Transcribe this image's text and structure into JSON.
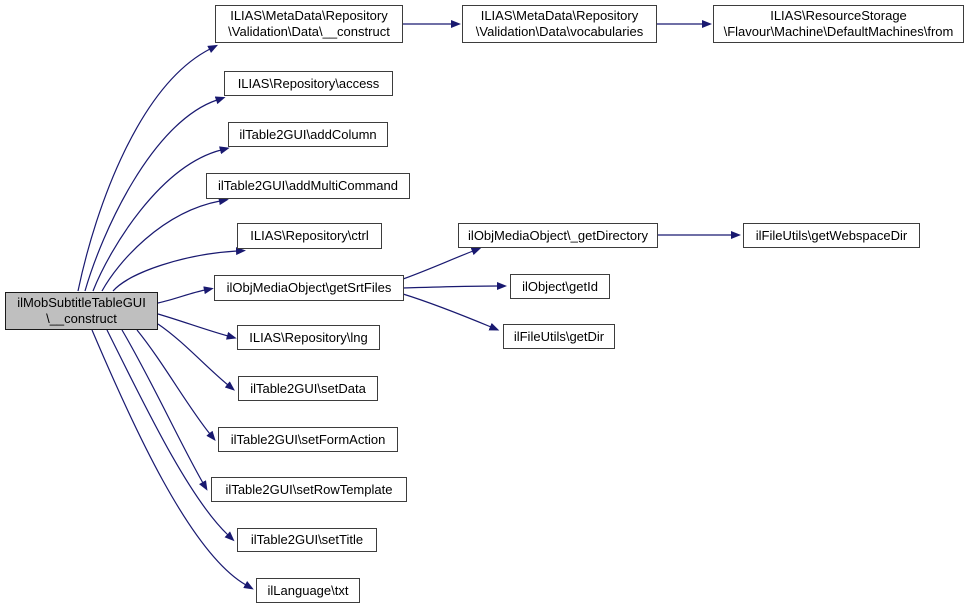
{
  "graph": {
    "type": "call-graph",
    "colors": {
      "edge": "#191970",
      "node_border": "#3d3d3d",
      "node_fill": "#ffffff",
      "root_fill": "#bfbfbf",
      "text": "#000000"
    },
    "nodes": {
      "root": {
        "label": "ilMobSubtitleTableGUI\n\\__construct"
      },
      "metadata_data_construct": {
        "label": "ILIAS\\MetaData\\Repository\n\\Validation\\Data\\__construct"
      },
      "vocabularies": {
        "label": "ILIAS\\MetaData\\Repository\n\\Validation\\Data\\vocabularies"
      },
      "default_machines_from": {
        "label": "ILIAS\\ResourceStorage\n\\Flavour\\Machine\\DefaultMachines\\from"
      },
      "access": {
        "label": "ILIAS\\Repository\\access"
      },
      "add_column": {
        "label": "ilTable2GUI\\addColumn"
      },
      "add_multi_command": {
        "label": "ilTable2GUI\\addMultiCommand"
      },
      "ctrl": {
        "label": "ILIAS\\Repository\\ctrl"
      },
      "get_srt_files": {
        "label": "ilObjMediaObject\\getSrtFiles"
      },
      "get_directory": {
        "label": "ilObjMediaObject\\_getDirectory"
      },
      "get_webspace_dir": {
        "label": "ilFileUtils\\getWebspaceDir"
      },
      "get_id": {
        "label": "ilObject\\getId"
      },
      "get_dir": {
        "label": "ilFileUtils\\getDir"
      },
      "lng": {
        "label": "ILIAS\\Repository\\lng"
      },
      "set_data": {
        "label": "ilTable2GUI\\setData"
      },
      "set_form_action": {
        "label": "ilTable2GUI\\setFormAction"
      },
      "set_row_template": {
        "label": "ilTable2GUI\\setRowTemplate"
      },
      "set_title": {
        "label": "ilTable2GUI\\setTitle"
      },
      "txt": {
        "label": "ilLanguage\\txt"
      }
    },
    "edges": [
      [
        "root",
        "metadata_data_construct"
      ],
      [
        "root",
        "access"
      ],
      [
        "root",
        "add_column"
      ],
      [
        "root",
        "add_multi_command"
      ],
      [
        "root",
        "ctrl"
      ],
      [
        "root",
        "get_srt_files"
      ],
      [
        "root",
        "lng"
      ],
      [
        "root",
        "set_data"
      ],
      [
        "root",
        "set_form_action"
      ],
      [
        "root",
        "set_row_template"
      ],
      [
        "root",
        "set_title"
      ],
      [
        "root",
        "txt"
      ],
      [
        "metadata_data_construct",
        "vocabularies"
      ],
      [
        "vocabularies",
        "default_machines_from"
      ],
      [
        "get_srt_files",
        "get_directory"
      ],
      [
        "get_srt_files",
        "get_id"
      ],
      [
        "get_srt_files",
        "get_dir"
      ],
      [
        "get_directory",
        "get_webspace_dir"
      ]
    ]
  }
}
